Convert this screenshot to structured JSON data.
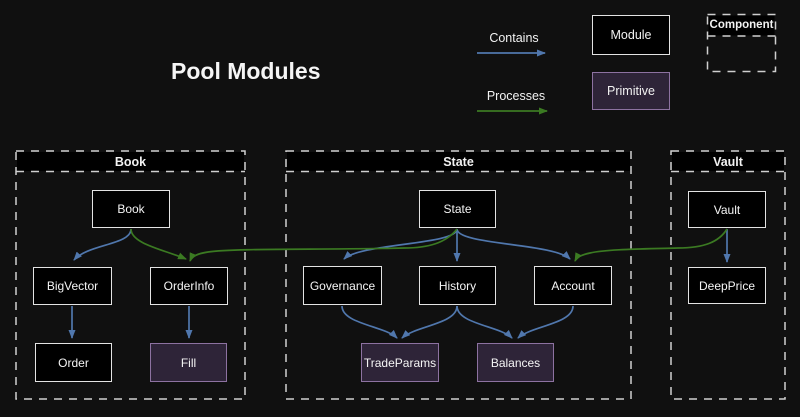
{
  "title": "Pool Modules",
  "legend": {
    "contains": "Contains",
    "processes": "Processes",
    "module": "Module",
    "primitive": "Primitive",
    "component": "Component"
  },
  "sections": [
    {
      "id": "book",
      "title": "Book"
    },
    {
      "id": "state",
      "title": "State"
    },
    {
      "id": "vault",
      "title": "Vault"
    }
  ],
  "nodes": {
    "book": "Book",
    "bigvector": "BigVector",
    "orderinfo": "OrderInfo",
    "order": "Order",
    "fill": "Fill",
    "state": "State",
    "governance": "Governance",
    "history": "History",
    "account": "Account",
    "tradeparams": "TradeParams",
    "balances": "Balances",
    "vault": "Vault",
    "deepprice": "DeepPrice"
  },
  "edges": [
    {
      "from": "Book",
      "to": "BigVector",
      "type": "contains"
    },
    {
      "from": "BigVector",
      "to": "Order",
      "type": "contains"
    },
    {
      "from": "OrderInfo",
      "to": "Fill",
      "type": "contains"
    },
    {
      "from": "State",
      "to": "Governance",
      "type": "contains"
    },
    {
      "from": "State",
      "to": "History",
      "type": "contains"
    },
    {
      "from": "State",
      "to": "Account",
      "type": "contains"
    },
    {
      "from": "Governance",
      "to": "TradeParams",
      "type": "contains"
    },
    {
      "from": "History",
      "to": "TradeParams",
      "type": "contains"
    },
    {
      "from": "History",
      "to": "Balances",
      "type": "contains"
    },
    {
      "from": "Account",
      "to": "Balances",
      "type": "contains"
    },
    {
      "from": "Vault",
      "to": "DeepPrice",
      "type": "contains"
    },
    {
      "from": "Book",
      "to": "OrderInfo",
      "type": "processes"
    },
    {
      "from": "State",
      "to": "OrderInfo",
      "type": "processes"
    },
    {
      "from": "Vault",
      "to": "Account",
      "type": "processes"
    }
  ],
  "colors": {
    "background": "#101010",
    "contains": "#5077ad",
    "processes": "#3b7a22",
    "module_fill": "#000000",
    "module_border": "#e3e3e3",
    "primitive_fill": "#2e2438",
    "primitive_border": "#8d72a1"
  }
}
